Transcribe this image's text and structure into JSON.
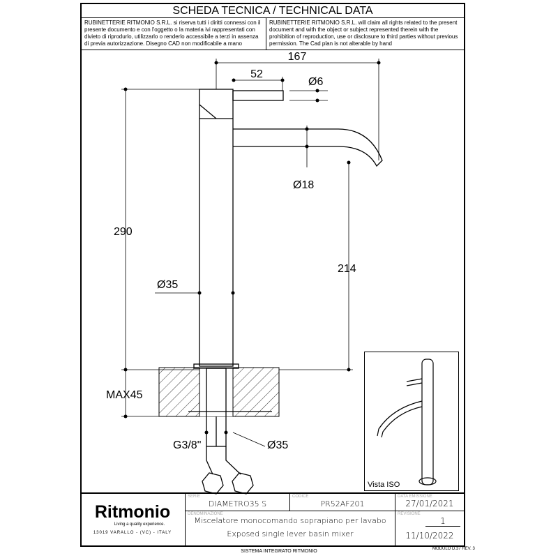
{
  "header": {
    "title": "SCHEDA TECNICA / TECHNICAL DATA",
    "legal_it": "RUBINETTERIE RITMONIO S.R.L. si riserva tutti i diritti connessi con il presente documento e con l'oggetto o la materia ivi rappresentati con divieto di riprodurlo, utilizzarlo o renderlo accessibile a terzi in assenza di previa autorizzazione. Disegno CAD non modificabile a mano",
    "legal_en": "RUBINETTERIE RITMONIO S.R.L. will claim all rights related to the present document and with the object or subject represented therein with the prohibition  of reproduction, use or disclosure to third parties without previous permission.  The Cad plan is not alterable by hand"
  },
  "dimensions": {
    "width_total": "167",
    "lever": "52",
    "lever_dia": "Ø6",
    "spout_dia": "Ø18",
    "height_total": "290",
    "spout_height": "214",
    "body_dia": "Ø35",
    "max_deck": "MAX45",
    "thread": "G3/8\"",
    "hole_dia": "Ø35"
  },
  "iso_view": {
    "label": "Vista ISO"
  },
  "title_block": {
    "brand": "Ritmonio",
    "tagline": "Living a quality experience.",
    "address": "13019 VARALLO - (VC) - ITALY",
    "serie_label": "SERIE",
    "serie": "DIAMETRO35  S",
    "codice_label": "CODICE",
    "codice": "PR52AF201",
    "data_label": "DATA EMISSIONE",
    "data": "27/01/2021",
    "denominazione_label": "DENOMINAZIONE",
    "desc_it": "Miscelatore monocomando soprapiano per lavabo",
    "desc_en": "Exposed single lever basin mixer",
    "revisione_label": "REVISIONE",
    "revisione": "1",
    "revision_date": "11/10/2022"
  },
  "footer": {
    "system": "SISTEMA INTEGRATO RITMONIO",
    "module": "MODULO D.37 REV. 3"
  }
}
